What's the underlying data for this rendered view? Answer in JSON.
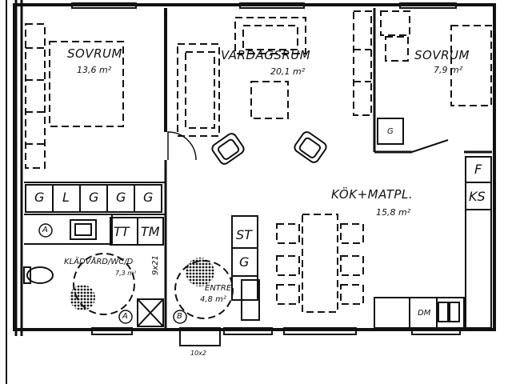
{
  "rooms": {
    "sovrum_left": {
      "name": "SOVRUM",
      "area": "13,6 m²"
    },
    "vardagsrum": {
      "name": "VARDAGSRUM",
      "area": "20,1 m²"
    },
    "sovrum_right": {
      "name": "SOVRUM",
      "area": "7,9 m²"
    },
    "kok": {
      "name": "KÖK+MATPL.",
      "area": "15,8 m²"
    },
    "kladvard": {
      "name": "KLÄDVÅRD/WC/D",
      "area": "7,3 m²"
    },
    "entre": {
      "name": "ENTRE",
      "area": "4,8 m²"
    }
  },
  "fixtures": {
    "wardrobes": [
      "G",
      "L",
      "G",
      "G",
      "G"
    ],
    "tt": "TT",
    "tm": "TM",
    "st": "ST",
    "g_kitchen": "G",
    "g_right": "G",
    "f": "F",
    "ks": "KS",
    "dm": "DM",
    "a1": "A",
    "a2": "A",
    "b": "B",
    "door": "9x21",
    "bottom": "10x2"
  },
  "colors": {
    "ink": "#111111",
    "paper": "#ffffff"
  }
}
